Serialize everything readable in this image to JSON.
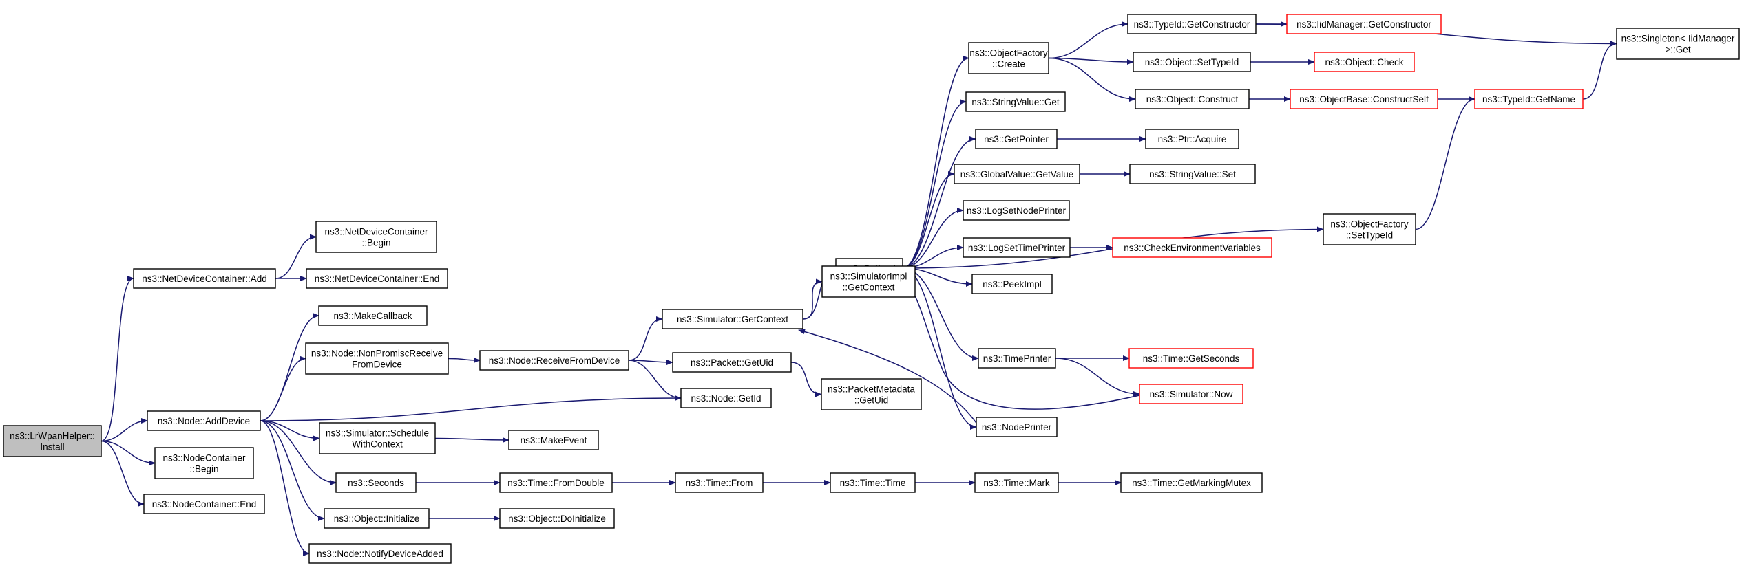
{
  "graph": {
    "edge_color": "#191970",
    "box_border_color": "#000000",
    "highlight_border_color": "#ff0000",
    "root_fill_color": "#bfbfbf",
    "nodes": [
      {
        "id": "n0",
        "lines": [
          "ns3::LrWpanHelper::",
          "Install"
        ],
        "root": true,
        "red": false
      },
      {
        "id": "n1",
        "lines": [
          "ns3::NetDeviceContainer::Add"
        ],
        "red": false
      },
      {
        "id": "n2",
        "lines": [
          "ns3::NetDeviceContainer",
          "::Begin"
        ],
        "red": false
      },
      {
        "id": "n3",
        "lines": [
          "ns3::NetDeviceContainer::End"
        ],
        "red": false
      },
      {
        "id": "n4",
        "lines": [
          "ns3::Node::AddDevice"
        ],
        "red": false
      },
      {
        "id": "n5",
        "lines": [
          "ns3::NodeContainer",
          "::Begin"
        ],
        "red": false
      },
      {
        "id": "n6",
        "lines": [
          "ns3::NodeContainer::End"
        ],
        "red": false
      },
      {
        "id": "n7",
        "lines": [
          "ns3::MakeCallback"
        ],
        "red": false
      },
      {
        "id": "n8",
        "lines": [
          "ns3::Node::NonPromiscReceive",
          "FromDevice"
        ],
        "red": false
      },
      {
        "id": "n9",
        "lines": [
          "ns3::Simulator::Schedule",
          "WithContext"
        ],
        "red": false
      },
      {
        "id": "n10",
        "lines": [
          "ns3::Seconds"
        ],
        "red": false
      },
      {
        "id": "n11",
        "lines": [
          "ns3::Object::Initialize"
        ],
        "red": false
      },
      {
        "id": "n12",
        "lines": [
          "ns3::Node::NotifyDeviceAdded"
        ],
        "red": false
      },
      {
        "id": "n13",
        "lines": [
          "ns3::Node::ReceiveFromDevice"
        ],
        "red": false
      },
      {
        "id": "n14",
        "lines": [
          "ns3::MakeEvent"
        ],
        "red": false
      },
      {
        "id": "n15",
        "lines": [
          "ns3::Time::FromDouble"
        ],
        "red": false
      },
      {
        "id": "n16",
        "lines": [
          "ns3::Object::DoInitialize"
        ],
        "red": false
      },
      {
        "id": "n17",
        "lines": [
          "ns3::Simulator::GetContext"
        ],
        "red": false
      },
      {
        "id": "n18",
        "lines": [
          "ns3::Packet::GetUid"
        ],
        "red": false
      },
      {
        "id": "n19",
        "lines": [
          "ns3::Node::GetId"
        ],
        "red": false
      },
      {
        "id": "n20",
        "lines": [
          "ns3::Time::From"
        ],
        "red": false
      },
      {
        "id": "n21",
        "lines": [
          "ns3::GetImpl"
        ],
        "red": false
      },
      {
        "id": "n22",
        "lines": [
          "ns3::SimulatorImpl",
          "::GetContext"
        ],
        "red": false
      },
      {
        "id": "n23",
        "lines": [
          "ns3::PacketMetadata",
          "::GetUid"
        ],
        "red": false
      },
      {
        "id": "n24",
        "lines": [
          "ns3::Time::Time"
        ],
        "red": false
      },
      {
        "id": "n25",
        "lines": [
          "ns3::ObjectFactory",
          "::Create"
        ],
        "red": false
      },
      {
        "id": "n26",
        "lines": [
          "ns3::StringValue::Get"
        ],
        "red": false
      },
      {
        "id": "n27",
        "lines": [
          "ns3::GetPointer"
        ],
        "red": false
      },
      {
        "id": "n28",
        "lines": [
          "ns3::GlobalValue::GetValue"
        ],
        "red": false
      },
      {
        "id": "n29",
        "lines": [
          "ns3::LogSetNodePrinter"
        ],
        "red": false
      },
      {
        "id": "n30",
        "lines": [
          "ns3::LogSetTimePrinter"
        ],
        "red": false
      },
      {
        "id": "n31",
        "lines": [
          "ns3::PeekImpl"
        ],
        "red": false
      },
      {
        "id": "n32",
        "lines": [
          "ns3::TimePrinter"
        ],
        "red": false
      },
      {
        "id": "n33",
        "lines": [
          "ns3::NodePrinter"
        ],
        "red": false
      },
      {
        "id": "n34",
        "lines": [
          "ns3::Time::Mark"
        ],
        "red": false
      },
      {
        "id": "n35",
        "lines": [
          "ns3::TypeId::GetConstructor"
        ],
        "red": false
      },
      {
        "id": "n36",
        "lines": [
          "ns3::Object::SetTypeId"
        ],
        "red": false
      },
      {
        "id": "n37",
        "lines": [
          "ns3::Object::Construct"
        ],
        "red": false
      },
      {
        "id": "n38",
        "lines": [
          "ns3::Ptr::Acquire"
        ],
        "red": false
      },
      {
        "id": "n39",
        "lines": [
          "ns3::StringValue::Set"
        ],
        "red": false
      },
      {
        "id": "n40",
        "lines": [
          "ns3::CheckEnvironmentVariables"
        ],
        "red": true
      },
      {
        "id": "n41",
        "lines": [
          "ns3::Time::GetSeconds"
        ],
        "red": true
      },
      {
        "id": "n42",
        "lines": [
          "ns3::Simulator::Now"
        ],
        "red": true
      },
      {
        "id": "n43",
        "lines": [
          "ns3::Time::GetMarkingMutex"
        ],
        "red": false
      },
      {
        "id": "n44",
        "lines": [
          "ns3::IidManager::GetConstructor"
        ],
        "red": true
      },
      {
        "id": "n45",
        "lines": [
          "ns3::Object::Check"
        ],
        "red": true
      },
      {
        "id": "n46",
        "lines": [
          "ns3::ObjectBase::ConstructSelf"
        ],
        "red": true
      },
      {
        "id": "n47",
        "lines": [
          "ns3::ObjectFactory",
          "::SetTypeId"
        ],
        "red": false
      },
      {
        "id": "n48",
        "lines": [
          "ns3::TypeId::GetName"
        ],
        "red": true
      },
      {
        "id": "n49",
        "lines": [
          "ns3::Singleton< IidManager",
          " >::Get"
        ],
        "red": false
      }
    ],
    "edges": [
      [
        "n0",
        "n1"
      ],
      [
        "n0",
        "n4"
      ],
      [
        "n0",
        "n5"
      ],
      [
        "n0",
        "n6"
      ],
      [
        "n1",
        "n2"
      ],
      [
        "n1",
        "n3"
      ],
      [
        "n4",
        "n7"
      ],
      [
        "n4",
        "n8"
      ],
      [
        "n4",
        "n19"
      ],
      [
        "n4",
        "n9"
      ],
      [
        "n4",
        "n10"
      ],
      [
        "n4",
        "n11"
      ],
      [
        "n4",
        "n12"
      ],
      [
        "n8",
        "n13"
      ],
      [
        "n9",
        "n14"
      ],
      [
        "n10",
        "n15"
      ],
      [
        "n11",
        "n16"
      ],
      [
        "n13",
        "n17"
      ],
      [
        "n13",
        "n18"
      ],
      [
        "n13",
        "n19"
      ],
      [
        "n15",
        "n20"
      ],
      [
        "n17",
        "n21"
      ],
      [
        "n17",
        "n22"
      ],
      [
        "n18",
        "n23"
      ],
      [
        "n20",
        "n24"
      ],
      [
        "n21",
        "n25"
      ],
      [
        "n21",
        "n26"
      ],
      [
        "n21",
        "n27"
      ],
      [
        "n21",
        "n28"
      ],
      [
        "n21",
        "n29"
      ],
      [
        "n21",
        "n30"
      ],
      [
        "n21",
        "n31"
      ],
      [
        "n21",
        "n32"
      ],
      [
        "n21",
        "n33"
      ],
      [
        "n21",
        "n47"
      ],
      [
        "n24",
        "n34"
      ],
      [
        "n25",
        "n35"
      ],
      [
        "n25",
        "n36"
      ],
      [
        "n25",
        "n37"
      ],
      [
        "n27",
        "n38"
      ],
      [
        "n28",
        "n39"
      ],
      [
        "n30",
        "n40"
      ],
      [
        "n32",
        "n41"
      ],
      [
        "n32",
        "n42"
      ],
      [
        "n33",
        "n17"
      ],
      [
        "n42",
        "n21"
      ],
      [
        "n34",
        "n43"
      ],
      [
        "n35",
        "n44"
      ],
      [
        "n35",
        "n49"
      ],
      [
        "n36",
        "n45"
      ],
      [
        "n37",
        "n46"
      ],
      [
        "n46",
        "n48"
      ],
      [
        "n47",
        "n48"
      ],
      [
        "n48",
        "n49"
      ]
    ]
  }
}
